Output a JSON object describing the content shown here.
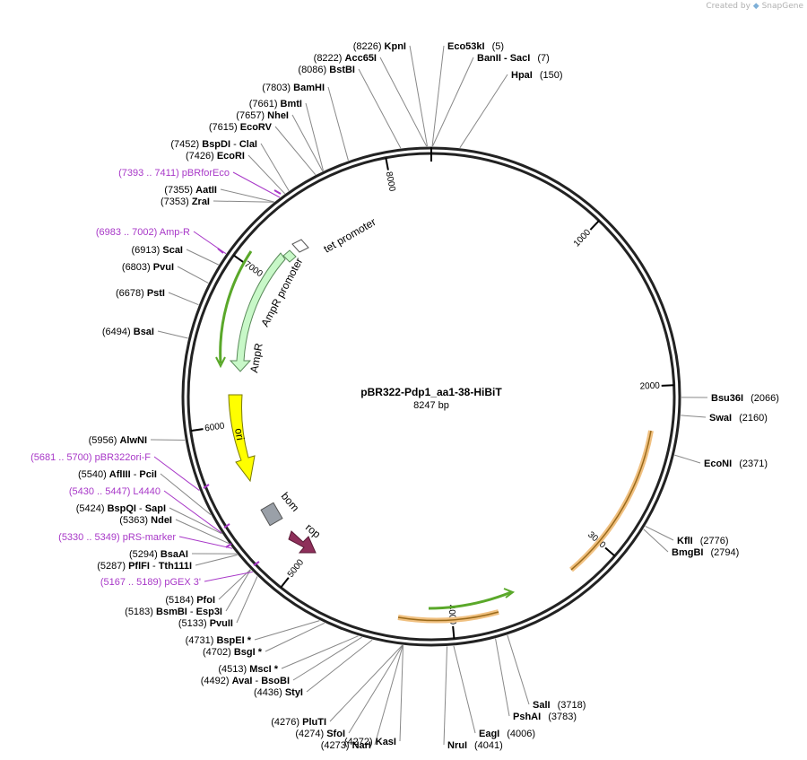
{
  "credit": {
    "prefix": "Created by",
    "brand": "SnapGene"
  },
  "plasmid": {
    "name": "pBR322-Pdp1_aa1-38-HiBiT",
    "length": 8247,
    "length_label": "8247 bp"
  },
  "ticks": [
    "1000",
    "2000",
    "3000",
    "4000",
    "5000",
    "6000",
    "7000",
    "8000"
  ],
  "colors": {
    "backbone": "#222222",
    "enzyme": "#000000",
    "primer": "#a838c8",
    "line": "#888888",
    "ampr": "#c8f8c8",
    "ori": "#ffff00",
    "rop": "#8e2f5a",
    "bom": "#9aa0a8",
    "orange_feature": "#f0c080",
    "green_feature": "#5aa82a"
  },
  "sites_right": [
    {
      "pos": "(5)",
      "name": "Eco53kI",
      "name2": "",
      "pos2": ""
    },
    {
      "pos": "(7)",
      "name": "BanII",
      "name2": "SacI",
      "pos2": ""
    },
    {
      "pos": "(150)",
      "name": "HpaI",
      "name2": "",
      "pos2": ""
    },
    {
      "pos": "(2066)",
      "name": "Bsu36I",
      "name2": "",
      "pos2": ""
    },
    {
      "pos": "(2160)",
      "name": "SwaI",
      "name2": "",
      "pos2": ""
    },
    {
      "pos": "(2371)",
      "name": "EcoNI",
      "name2": "",
      "pos2": ""
    },
    {
      "pos": "(2776)",
      "name": "KflI",
      "name2": "",
      "pos2": ""
    },
    {
      "pos": "(2794)",
      "name": "BmgBI",
      "name2": "",
      "pos2": ""
    },
    {
      "pos": "(3718)",
      "name": "SalI",
      "name2": "",
      "pos2": ""
    },
    {
      "pos": "(3783)",
      "name": "PshAI",
      "name2": "",
      "pos2": ""
    },
    {
      "pos": "(4006)",
      "name": "EagI",
      "name2": "",
      "pos2": ""
    },
    {
      "pos": "(4041)",
      "name": "NruI",
      "name2": "",
      "pos2": ""
    }
  ],
  "sites_left": [
    {
      "pos": "(8226)",
      "name": "KpnI",
      "name2": ""
    },
    {
      "pos": "(8222)",
      "name": "Acc65I",
      "name2": ""
    },
    {
      "pos": "(8086)",
      "name": "BstBI",
      "name2": ""
    },
    {
      "pos": "(7803)",
      "name": "BamHI",
      "name2": ""
    },
    {
      "pos": "(7661)",
      "name": "BmtI",
      "name2": ""
    },
    {
      "pos": "(7657)",
      "name": "NheI",
      "name2": ""
    },
    {
      "pos": "(7615)",
      "name": "EcoRV",
      "name2": ""
    },
    {
      "pos": "(7452)",
      "name": "BspDI",
      "name2": "ClaI"
    },
    {
      "pos": "(7426)",
      "name": "EcoRI",
      "name2": ""
    },
    {
      "pos": "(7355)",
      "name": "AatII",
      "name2": ""
    },
    {
      "pos": "(7353)",
      "name": "ZraI",
      "name2": ""
    },
    {
      "pos": "(6913)",
      "name": "ScaI",
      "name2": ""
    },
    {
      "pos": "(6803)",
      "name": "PvuI",
      "name2": ""
    },
    {
      "pos": "(6678)",
      "name": "PstI",
      "name2": ""
    },
    {
      "pos": "(6494)",
      "name": "BsaI",
      "name2": ""
    },
    {
      "pos": "(5956)",
      "name": "AlwNI",
      "name2": ""
    },
    {
      "pos": "(5540)",
      "name": "AflIII",
      "name2": "PciI"
    },
    {
      "pos": "(5424)",
      "name": "BspQI",
      "name2": "SapI"
    },
    {
      "pos": "(5363)",
      "name": "NdeI",
      "name2": ""
    },
    {
      "pos": "(5294)",
      "name": "BsaAI",
      "name2": ""
    },
    {
      "pos": "(5287)",
      "name": "PflFI",
      "name2": "Tth111I"
    },
    {
      "pos": "(5184)",
      "name": "PfoI",
      "name2": ""
    },
    {
      "pos": "(5183)",
      "name": "BsmBI",
      "name2": "Esp3I"
    },
    {
      "pos": "(5133)",
      "name": "PvuII",
      "name2": ""
    },
    {
      "pos": "(4731)",
      "name": "BspEI *",
      "name2": ""
    },
    {
      "pos": "(4702)",
      "name": "BsgI *",
      "name2": ""
    },
    {
      "pos": "(4513)",
      "name": "MscI *",
      "name2": ""
    },
    {
      "pos": "(4492)",
      "name": "AvaI",
      "name2": "BsoBI"
    },
    {
      "pos": "(4436)",
      "name": "StyI",
      "name2": ""
    },
    {
      "pos": "(4276)",
      "name": "PluTI",
      "name2": ""
    },
    {
      "pos": "(4274)",
      "name": "SfoI",
      "name2": ""
    },
    {
      "pos": "(4273)",
      "name": "NarI",
      "name2": ""
    },
    {
      "pos": "(4272)",
      "name": "KasI",
      "name2": ""
    }
  ],
  "primers": [
    "(7393 .. 7411)  pBRforEco",
    "(6983 .. 7002)  Amp-R",
    "(5681 .. 5700)  pBR322ori-F",
    "(5430 .. 5447)  L4440",
    "(5330 .. 5349)  pRS-marker",
    "(5167 .. 5189)  pGEX 3'"
  ],
  "features": {
    "tet_promoter": "tet promoter",
    "ampr_promoter": "AmpR promoter",
    "ampr": "AmpR",
    "ori": "ori",
    "bom": "bom",
    "rop": "rop"
  }
}
